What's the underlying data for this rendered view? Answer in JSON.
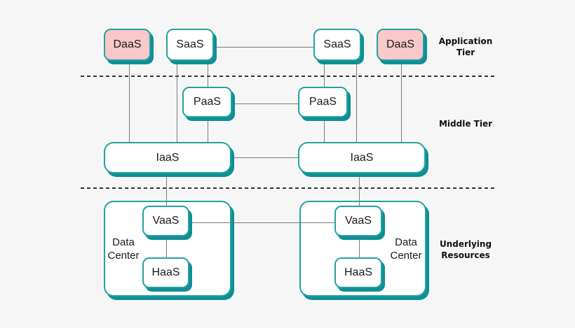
{
  "nodes": {
    "daas_left": "DaaS",
    "saas_left": "SaaS",
    "saas_right": "SaaS",
    "daas_right": "DaaS",
    "paas_left": "PaaS",
    "paas_right": "PaaS",
    "iaas_left": "IaaS",
    "iaas_right": "IaaS",
    "vaas_left": "VaaS",
    "haas_left": "HaaS",
    "vaas_right": "VaaS",
    "haas_right": "HaaS"
  },
  "data_centers": {
    "left": {
      "line1": "Data",
      "line2": "Center"
    },
    "right": {
      "line1": "Data",
      "line2": "Center"
    }
  },
  "tier_labels": {
    "application_line1": "Application",
    "application_line2": "Tier",
    "middle": "Middle Tier",
    "underlying_line1": "Underlying",
    "underlying_line2": "Resources"
  },
  "edges": [
    {
      "from": "saas_left",
      "to": "saas_right"
    },
    {
      "from": "daas_left",
      "to": "iaas_left"
    },
    {
      "from": "saas_left",
      "to": "iaas_left"
    },
    {
      "from": "saas_left",
      "to": "paas_left"
    },
    {
      "from": "saas_right",
      "to": "paas_right"
    },
    {
      "from": "saas_right",
      "to": "iaas_right"
    },
    {
      "from": "daas_right",
      "to": "iaas_right"
    },
    {
      "from": "paas_left",
      "to": "paas_right"
    },
    {
      "from": "paas_left",
      "to": "iaas_left"
    },
    {
      "from": "paas_right",
      "to": "iaas_right"
    },
    {
      "from": "iaas_left",
      "to": "iaas_right"
    },
    {
      "from": "iaas_left",
      "to": "vaas_left"
    },
    {
      "from": "iaas_right",
      "to": "vaas_right"
    },
    {
      "from": "vaas_left",
      "to": "vaas_right"
    },
    {
      "from": "vaas_left",
      "to": "haas_left"
    },
    {
      "from": "vaas_right",
      "to": "haas_right"
    }
  ],
  "colors": {
    "teal_border": "#22a2a4",
    "teal_shadow": "#0f8f94",
    "pink_fill": "#f9c8c8",
    "white_fill": "#ffffff",
    "background": "#f6f6f6",
    "connector": "#7a7a7a",
    "separator": "#333333"
  }
}
